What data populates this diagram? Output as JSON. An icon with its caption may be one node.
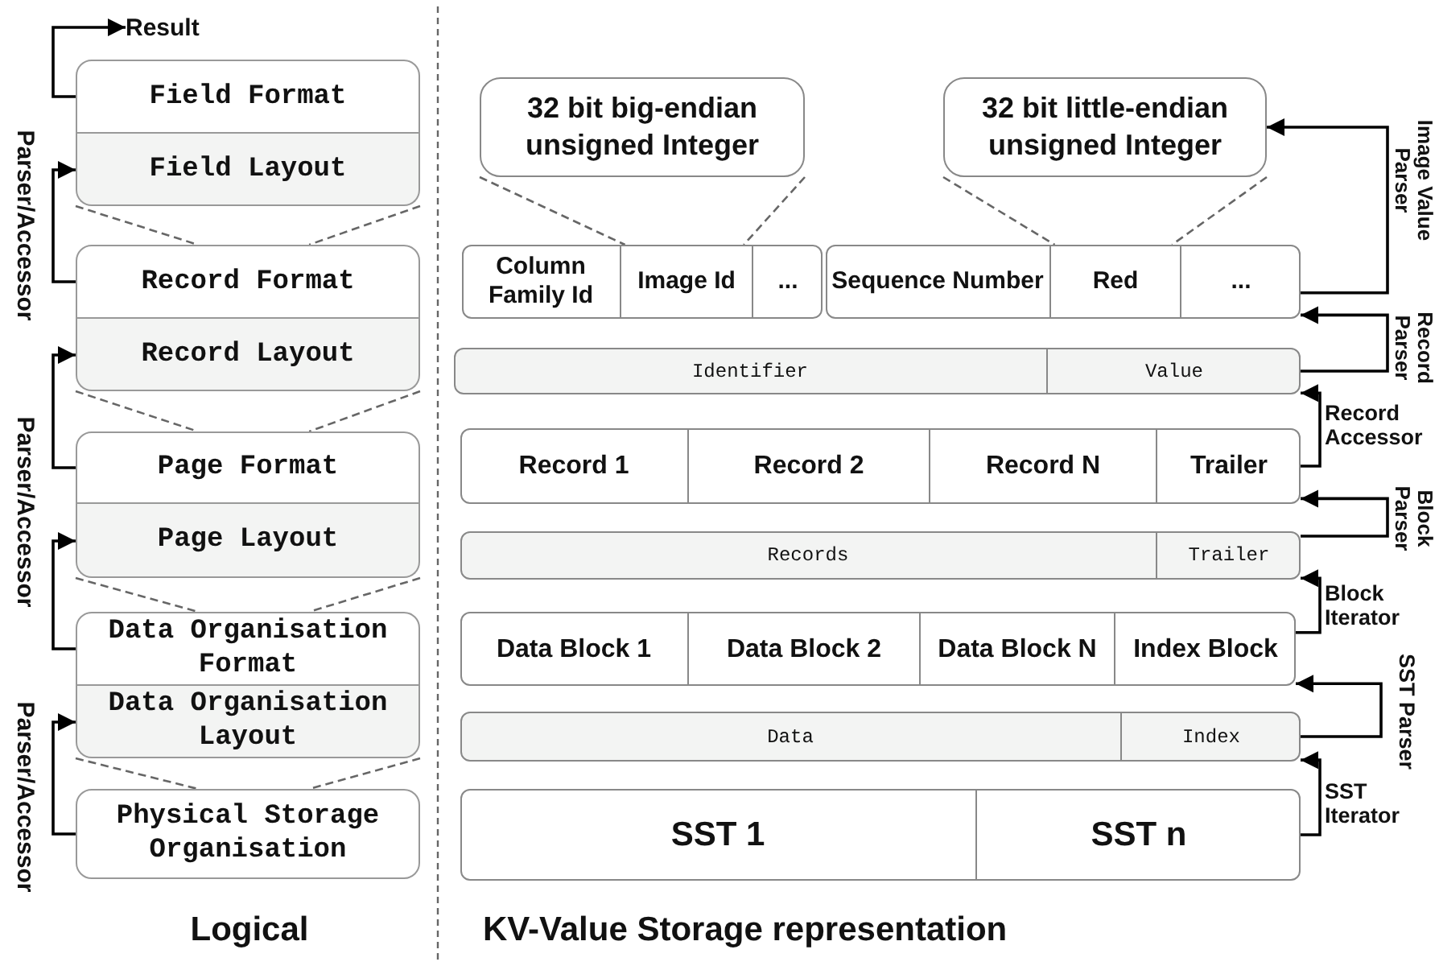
{
  "diagram": {
    "nodes": [
      {
        "text": [
          "Result"
        ]
      },
      {
        "text": [
          "Field Format"
        ]
      },
      {
        "text": [
          "Field Layout"
        ]
      },
      {
        "text": [
          "Record Format"
        ]
      },
      {
        "text": [
          "Record Layout"
        ]
      },
      {
        "text": [
          "Page Format"
        ]
      },
      {
        "text": [
          "Page Layout"
        ]
      },
      {
        "text": [
          "Data Organisation Format"
        ]
      },
      {
        "text": [
          "Data Organisation Layout"
        ]
      },
      {
        "text": [
          "Physical Storage Organisation"
        ]
      },
      {
        "text": [
          "32 bit big-endian unsigned Integer"
        ]
      },
      {
        "text": [
          "32 bit little-endian unsigned Integer"
        ]
      },
      {
        "text": [],
        "shape": "box"
      },
      {
        "text": [
          "Column Family Id"
        ],
        "in": 12
      },
      {
        "text": [
          "Image Id"
        ],
        "in": 12
      },
      {
        "text": [
          "..."
        ],
        "in": 12
      },
      {
        "text": [],
        "shape": "box"
      },
      {
        "text": [
          "Sequence Number"
        ],
        "in": 16
      },
      {
        "text": [
          "Red"
        ],
        "in": 16
      },
      {
        "text": [
          "..."
        ],
        "in": 16
      },
      {
        "text": [],
        "shape": "box"
      },
      {
        "text": [
          "Identifier"
        ],
        "in": 20
      },
      {
        "text": [
          "Value"
        ],
        "in": 20
      },
      {
        "text": [],
        "shape": "box"
      },
      {
        "text": [
          "Record 1"
        ],
        "in": 23
      },
      {
        "text": [
          "Record 2"
        ],
        "in": 23
      },
      {
        "text": [
          "Record N"
        ],
        "in": 23
      },
      {
        "text": [
          "Trailer"
        ],
        "in": 23
      },
      {
        "text": [],
        "shape": "box"
      },
      {
        "text": [
          "Records"
        ],
        "in": 28
      },
      {
        "text": [
          "Trailer"
        ],
        "in": 28
      },
      {
        "text": [],
        "shape": "box"
      },
      {
        "text": [
          "Data Block 1"
        ],
        "in": 31
      },
      {
        "text": [
          "Data Block 2"
        ],
        "in": 31
      },
      {
        "text": [
          "Data Block N"
        ],
        "in": 31
      },
      {
        "text": [
          "Index Block"
        ],
        "in": 31
      },
      {
        "text": [],
        "shape": "box"
      },
      {
        "text": [
          "Data"
        ],
        "in": 36
      },
      {
        "text": [
          "Index"
        ],
        "in": 36
      },
      {
        "text": [],
        "shape": "box"
      },
      {
        "text": [
          "SST 1"
        ],
        "in": 39
      },
      {
        "text": [
          "SST n"
        ],
        "in": 39
      }
    ],
    "edges": [
      {
        "from": 1,
        "to": 0,
        "arrow": "to"
      },
      {
        "from": 3,
        "to": 2,
        "arrow": "to",
        "label": "Parser/Accessor"
      },
      {
        "from": 5,
        "to": 4,
        "arrow": "to",
        "label": "Parser/Accessor"
      },
      {
        "from": 7,
        "to": 6,
        "arrow": "to"
      },
      {
        "from": 9,
        "to": 8,
        "arrow": "to",
        "label": "Parser/Accessor"
      },
      {
        "from": 2,
        "to": 3,
        "arrow": "none",
        "style": "dashed",
        "color": "#666666"
      },
      {
        "from": 4,
        "to": 5,
        "arrow": "none",
        "style": "dashed",
        "color": "#666666"
      },
      {
        "from": 6,
        "to": 7,
        "arrow": "none",
        "style": "dashed",
        "color": "#666666"
      },
      {
        "from": 8,
        "to": 9,
        "arrow": "none",
        "style": "dashed",
        "color": "#666666"
      },
      {
        "from": 10,
        "to": 14,
        "arrow": "none",
        "style": "dashed",
        "color": "#666666"
      },
      {
        "from": 11,
        "to": 18,
        "arrow": "none",
        "style": "dashed",
        "color": "#666666"
      },
      {
        "from": 16,
        "to": 11,
        "arrow": "to",
        "label": "Image Value Parser"
      },
      {
        "from": 20,
        "to": 16,
        "arrow": "to",
        "label": "Record Parser"
      },
      {
        "from": 23,
        "to": 20,
        "arrow": "to",
        "label": "Record Accessor"
      },
      {
        "from": 28,
        "to": 23,
        "arrow": "to",
        "label": "Block Parser"
      },
      {
        "from": 31,
        "to": 28,
        "arrow": "to",
        "label": "Block Iterator"
      },
      {
        "from": 36,
        "to": 31,
        "arrow": "to",
        "label": "SST Parser"
      },
      {
        "from": 39,
        "to": 36,
        "arrow": "to",
        "label": "SST Iterator"
      }
    ],
    "labels": [
      "Logical",
      "KV-Value Storage representation"
    ]
  }
}
